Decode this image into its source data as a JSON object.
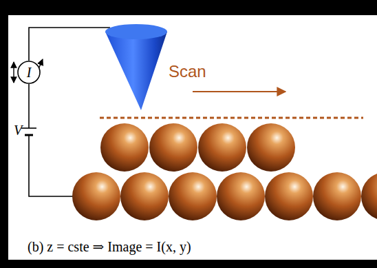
{
  "diagram": {
    "caption": "(b) z = cste ⇒ Image = I(x, y)",
    "nodes": [
      {
        "text": [
          "I"
        ]
      }
    ],
    "labels": [
      "V",
      "Scan"
    ]
  }
}
